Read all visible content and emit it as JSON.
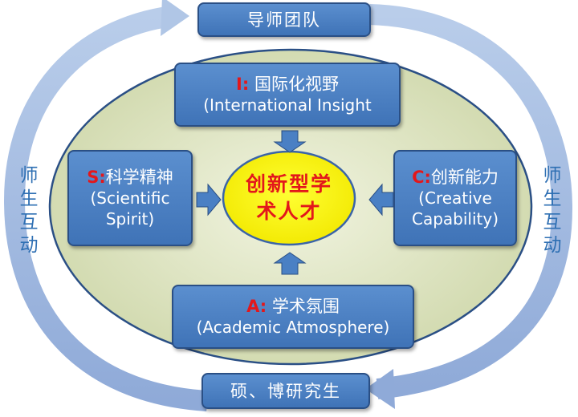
{
  "top_box": {
    "label": "导师团队"
  },
  "bottom_box": {
    "label": "硕、博研究生"
  },
  "side_left": {
    "chars": [
      "师",
      "生",
      "互",
      "动"
    ]
  },
  "side_right": {
    "chars": [
      "师",
      "生",
      "互",
      "动"
    ]
  },
  "center": {
    "line1": "创新型学",
    "line2": "术人才"
  },
  "boxes": {
    "international": {
      "letter": "I:",
      "cn": "国际化视野",
      "en": "(International Insight"
    },
    "scientific": {
      "letter": "S:",
      "cn": "科学精神",
      "en1": "(Scientific",
      "en2": "Spirit)"
    },
    "creative": {
      "letter": "C:",
      "cn": "创新能力",
      "en1": "(Creative",
      "en2": "Capability)"
    },
    "academic": {
      "letter": "A:",
      "cn": "学术氛围",
      "en": "(Academic Atmosphere)"
    }
  },
  "colors": {
    "box_fill": "#4a80c4",
    "box_border": "#2a4f85",
    "letter_red": "#e3171b",
    "center_fill": "#ffff00",
    "center_border": "#3a64a8",
    "ellipse_fill": "#e2e8c6",
    "side_text": "#2e6fb3",
    "cycle_arrow": "#9db8e0"
  }
}
